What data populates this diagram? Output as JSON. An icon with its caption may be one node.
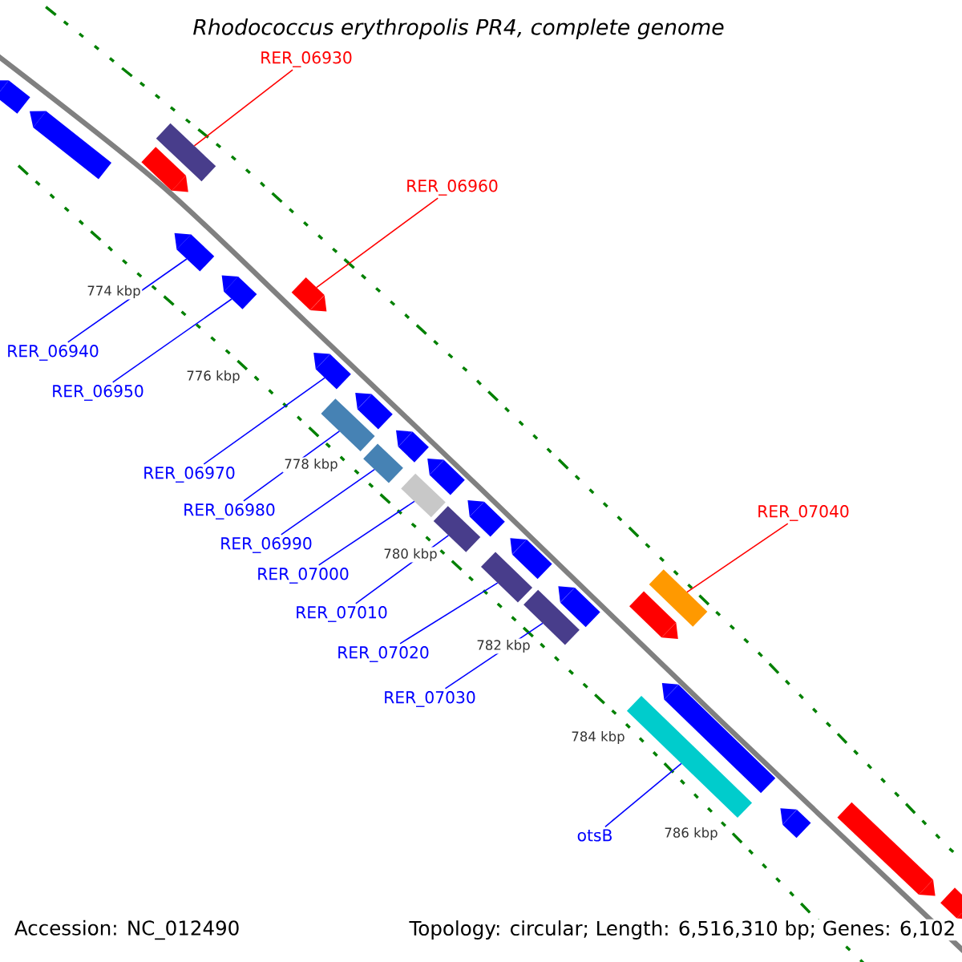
{
  "diagram": {
    "title": "Rhodococcus erythropolis PR4, complete genome",
    "nodes": [
      {
        "text": [
          "RER_06930"
        ]
      },
      {
        "text": [
          "RER_06960"
        ]
      },
      {
        "text": [
          "RER_06940"
        ]
      },
      {
        "text": [
          "RER_06950"
        ]
      },
      {
        "text": [
          "RER_06970"
        ]
      },
      {
        "text": [
          "RER_06980"
        ]
      },
      {
        "text": [
          "RER_07040"
        ]
      },
      {
        "text": [
          "RER_06990"
        ]
      },
      {
        "text": [
          "RER_07000"
        ]
      },
      {
        "text": [
          "RER_07010"
        ]
      },
      {
        "text": [
          "RER_07020"
        ]
      },
      {
        "text": [
          "RER_07030"
        ]
      },
      {
        "text": [
          "otsB"
        ]
      },
      {
        "text": [],
        "shape": "arrow"
      },
      {
        "text": [],
        "shape": "arrow"
      },
      {
        "text": [],
        "shape": "arrow"
      },
      {
        "text": [],
        "shape": "bar"
      },
      {
        "text": [],
        "shape": "arrow"
      },
      {
        "text": [],
        "shape": "arrow"
      },
      {
        "text": [],
        "shape": "arrow"
      },
      {
        "text": [],
        "shape": "arrow"
      },
      {
        "text": [],
        "shape": "bar"
      },
      {
        "text": [],
        "shape": "arrow"
      },
      {
        "text": [],
        "shape": "bar"
      },
      {
        "text": [],
        "shape": "arrow"
      },
      {
        "text": [],
        "shape": "bar"
      },
      {
        "text": [],
        "shape": "arrow"
      },
      {
        "text": [],
        "shape": "bar"
      },
      {
        "text": [],
        "shape": "arrow"
      },
      {
        "text": [],
        "shape": "bar"
      },
      {
        "text": [],
        "shape": "arrow"
      },
      {
        "text": [],
        "shape": "bar"
      },
      {
        "text": [],
        "shape": "arrow"
      },
      {
        "text": [],
        "shape": "arrow"
      },
      {
        "text": [],
        "shape": "bar"
      },
      {
        "text": [],
        "shape": "bar"
      },
      {
        "text": [],
        "shape": "arrow"
      },
      {
        "text": [],
        "shape": "arrow"
      },
      {
        "text": [],
        "shape": "arrow"
      },
      {
        "text": [],
        "shape": "arrow"
      }
    ],
    "edges": [
      {
        "from": 0,
        "to": 16,
        "arrow": "none",
        "color": "#ff0000"
      },
      {
        "from": 1,
        "to": 19,
        "arrow": "none",
        "color": "#ff0000"
      },
      {
        "from": 2,
        "to": 17,
        "arrow": "none"
      },
      {
        "from": 3,
        "to": 18,
        "arrow": "none"
      },
      {
        "from": 4,
        "to": 20,
        "arrow": "none"
      },
      {
        "from": 5,
        "to": 21,
        "arrow": "none"
      },
      {
        "from": 6,
        "to": 34,
        "arrow": "none",
        "color": "#ff0000"
      },
      {
        "from": 7,
        "to": 23,
        "arrow": "none"
      },
      {
        "from": 8,
        "to": 25,
        "arrow": "none"
      },
      {
        "from": 9,
        "to": 27,
        "arrow": "none"
      },
      {
        "from": 10,
        "to": 29,
        "arrow": "none"
      },
      {
        "from": 11,
        "to": 31,
        "arrow": "none"
      },
      {
        "from": 12,
        "to": 35,
        "arrow": "none"
      }
    ],
    "labels": [
      "774 kbp",
      "776 kbp",
      "778 kbp",
      "780 kbp",
      "782 kbp",
      "784 kbp",
      "786 kbp",
      "Accession: NC_012490",
      "Topology: circular; Length: 6,516,310 bp; Genes: 6,102"
    ]
  }
}
